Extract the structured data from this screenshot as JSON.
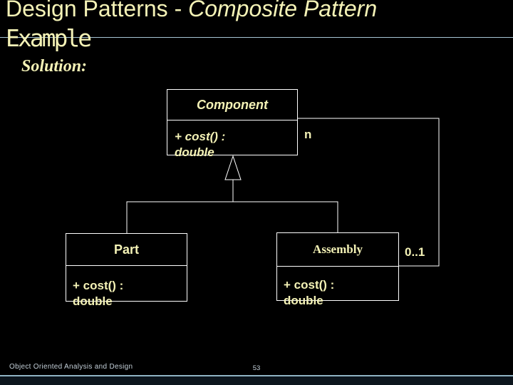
{
  "title": {
    "line1_regular": "Design Patterns - ",
    "line1_italic": "Composite Pattern",
    "line2": "Example"
  },
  "subtitle": "Solution:",
  "diagram": {
    "classes": {
      "component": {
        "name": "Component",
        "method1": "+ cost() :",
        "method2": "double"
      },
      "part": {
        "name": "Part",
        "method1": "+ cost() :",
        "method2": "double"
      },
      "assembly": {
        "name": "Assembly",
        "method1": "+ cost() :",
        "method2": "double"
      }
    },
    "labels": {
      "n": "n",
      "zero_one": "0..1"
    }
  },
  "footer": {
    "left_text": "Object Oriented Analysis and Design",
    "page_number": "53"
  },
  "colors": {
    "bg": "#000000",
    "pale": "#f4f2b6",
    "line": "#ffffff",
    "rule-blue": "#a6c4d4",
    "rule-blue2": "#8fb3c3",
    "footer-text": "#c3cfd8",
    "strip": "#0c151d"
  }
}
